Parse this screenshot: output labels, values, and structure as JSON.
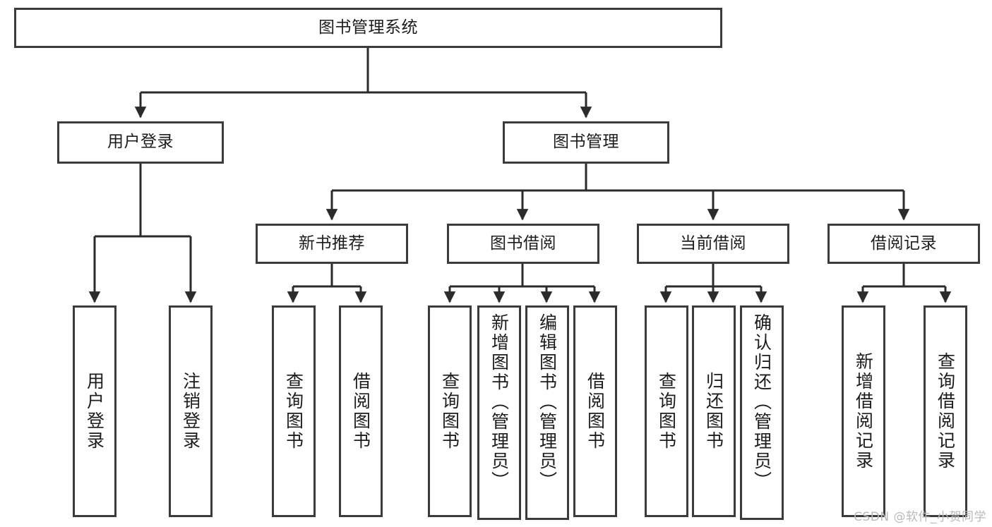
{
  "diagram": {
    "title": "图书管理系统",
    "watermark": "CSDN @软件_小贺同学",
    "colors": {
      "box_border": "#3b3b3b",
      "box_fill": "#ffffff",
      "connector": "#2b2b2b",
      "text": "#1c1c1c",
      "watermark": "#b9b9b9",
      "background": "#ffffff"
    }
  },
  "nodes": {
    "root": {
      "label": "图书管理系统"
    },
    "level1": [
      {
        "id": "user-login",
        "label": "用户登录"
      },
      {
        "id": "book-management",
        "label": "图书管理"
      }
    ],
    "level2": [
      {
        "id": "new-book-recommend",
        "label": "新书推荐"
      },
      {
        "id": "book-borrow",
        "label": "图书借阅"
      },
      {
        "id": "current-borrow",
        "label": "当前借阅"
      },
      {
        "id": "borrow-record",
        "label": "借阅记录"
      }
    ],
    "leaves": {
      "user_login": [
        {
          "id": "leaf-user-login",
          "label": "用户登录"
        },
        {
          "id": "leaf-logout-login",
          "label": "注销登录"
        }
      ],
      "new_book_recommend": [
        {
          "id": "leaf-query-book-1",
          "label": "查询图书"
        },
        {
          "id": "leaf-borrow-book-1",
          "label": "借阅图书"
        }
      ],
      "book_borrow": [
        {
          "id": "leaf-query-book-2",
          "label": "查询图书"
        },
        {
          "id": "leaf-add-book",
          "label": "新增图书（管理员）"
        },
        {
          "id": "leaf-edit-book",
          "label": "编辑图书（管理员）"
        },
        {
          "id": "leaf-borrow-book-2",
          "label": "借阅图书"
        }
      ],
      "current_borrow": [
        {
          "id": "leaf-query-book-3",
          "label": "查询图书"
        },
        {
          "id": "leaf-return-book",
          "label": "归还图书"
        },
        {
          "id": "leaf-confirm-return",
          "label": "确认归还（管理员）"
        }
      ],
      "borrow_record": [
        {
          "id": "leaf-add-record",
          "label": "新增借阅记录"
        },
        {
          "id": "leaf-query-record",
          "label": "查询借阅记录"
        }
      ]
    }
  }
}
